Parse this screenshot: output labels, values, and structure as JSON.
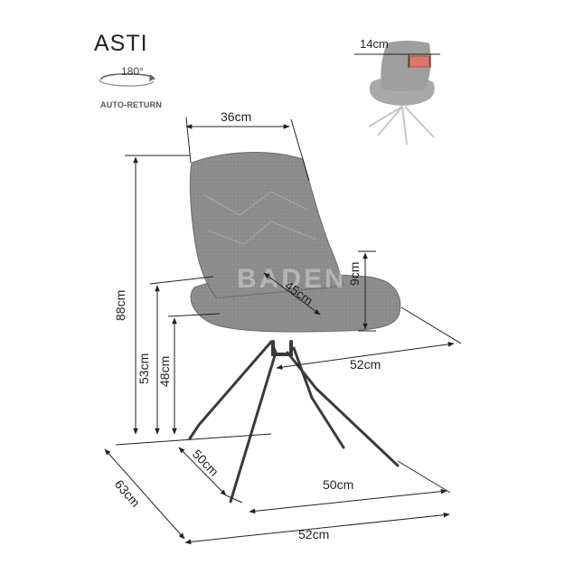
{
  "product": {
    "name": "ASTI",
    "rotation_degree": "180°",
    "rotation_label": "AUTO-RETURN"
  },
  "dimensions": {
    "back_handle_width": "14cm",
    "backrest_width": "36cm",
    "total_height": "88cm",
    "armrest_height": "53cm",
    "seat_height": "48cm",
    "seat_cushion_thickness": "9cm",
    "seat_depth": "45cm",
    "seat_width": "52cm",
    "base_depth": "50cm",
    "base_width": "50cm",
    "total_depth": "63cm",
    "total_width": "52cm"
  },
  "watermark": "BADEN"
}
